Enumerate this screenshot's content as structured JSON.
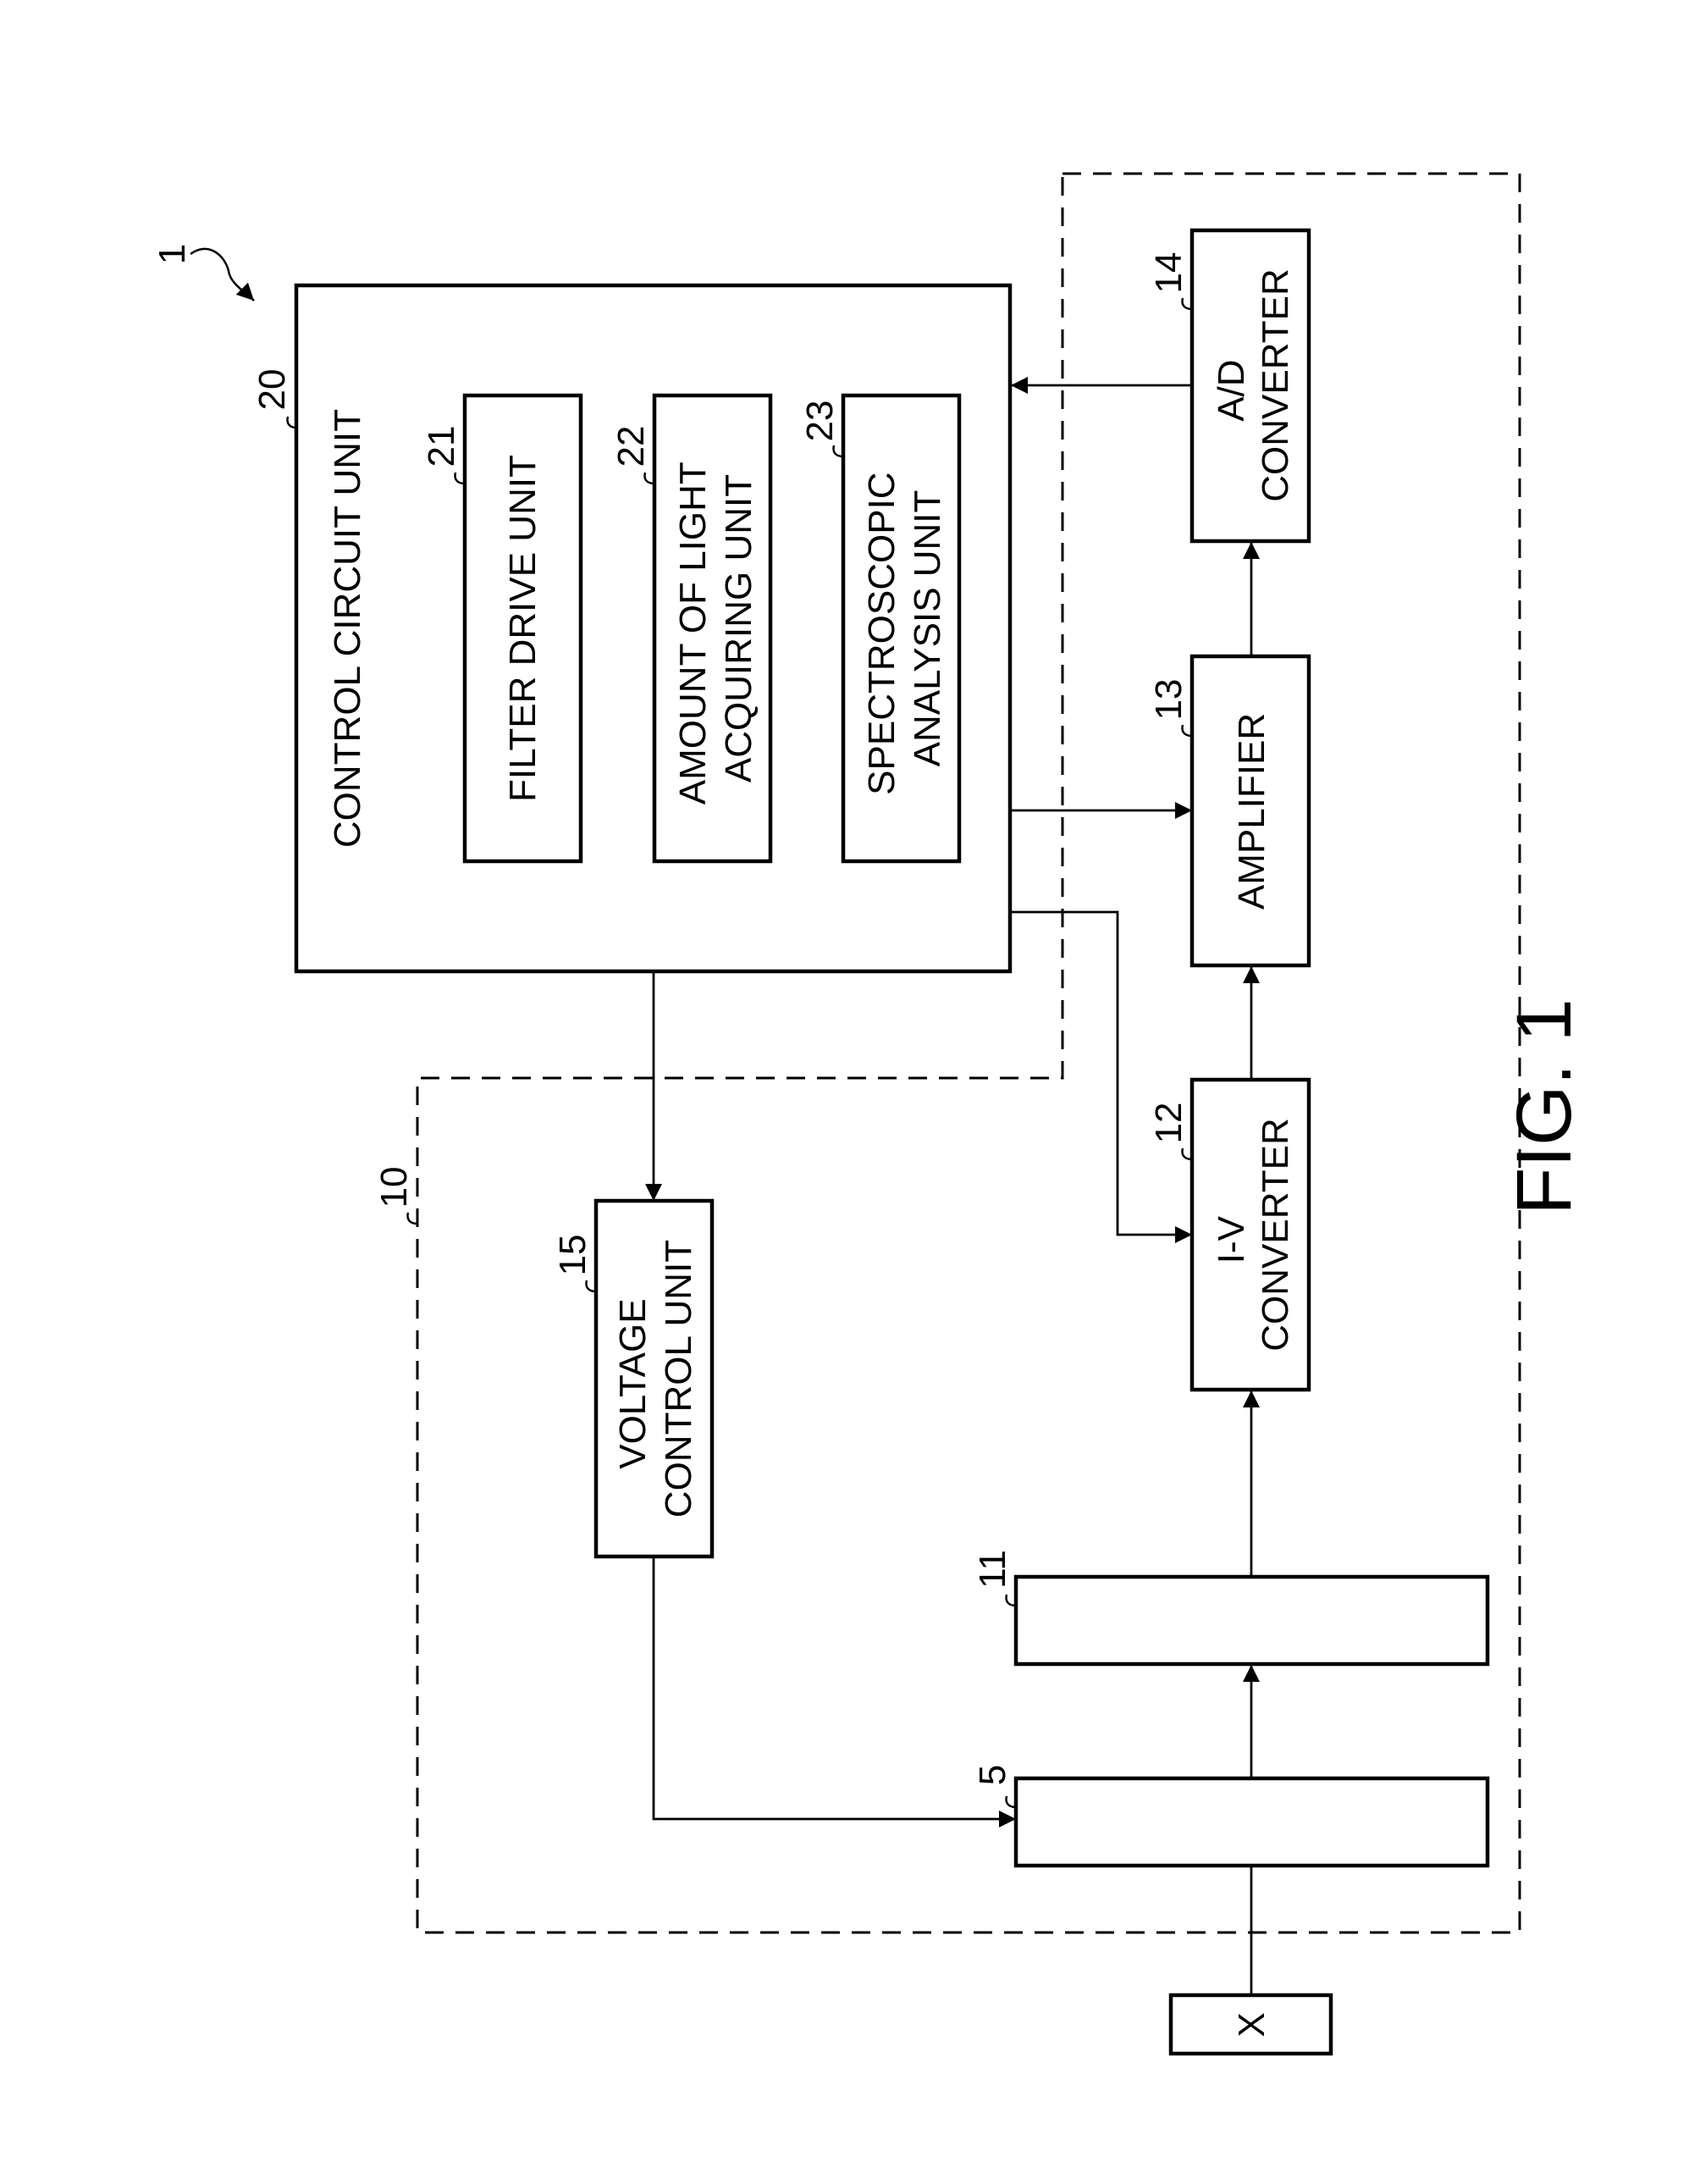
{
  "figure": {
    "caption": "FIG. 1",
    "ref": "1"
  },
  "refs": {
    "detector_module": "10",
    "control_circuit": "20",
    "filter_drive": "21",
    "light_acquiring": "22",
    "spectroscopic": "23",
    "optical_filter": "5",
    "light_receiving": "11",
    "iv_converter": "12",
    "amplifier": "13",
    "ad_converter": "14",
    "voltage_control": "15"
  },
  "labels": {
    "control_circuit": [
      "CONTROL CIRCUIT UNIT"
    ],
    "filter_drive": [
      "FILTER DRIVE UNIT"
    ],
    "light_acquiring": [
      "AMOUNT OF LIGHT",
      "ACQUIRING UNIT"
    ],
    "spectroscopic": [
      "SPECTROSCOPIC",
      "ANALYSIS UNIT"
    ],
    "voltage_control": [
      "VOLTAGE",
      "CONTROL UNIT"
    ],
    "iv_converter": [
      "I-V",
      "CONVERTER"
    ],
    "amplifier": [
      "AMPLIFIER"
    ],
    "ad_converter": [
      "A/D",
      "CONVERTER"
    ],
    "object": [
      "X"
    ]
  }
}
